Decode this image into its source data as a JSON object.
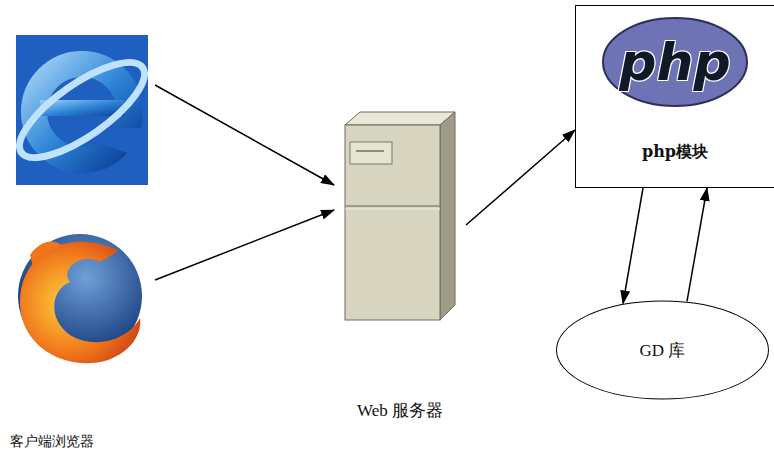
{
  "diagram": {
    "nodes": [
      {
        "text": [
          "客户端浏览器"
        ]
      },
      {
        "text": [
          "Web 服务器"
        ]
      },
      {
        "text": [
          "php",
          "php模块"
        ]
      },
      {
        "text": [
          "GD 库"
        ]
      }
    ],
    "edges": [
      {
        "from": 0,
        "to": 1,
        "arrow": "to"
      },
      {
        "from": 0,
        "to": 1,
        "arrow": "to"
      },
      {
        "from": 1,
        "to": 2,
        "arrow": "to"
      },
      {
        "from": 2,
        "to": 3,
        "arrow": "to"
      },
      {
        "from": 3,
        "to": 2,
        "arrow": "to"
      }
    ]
  }
}
